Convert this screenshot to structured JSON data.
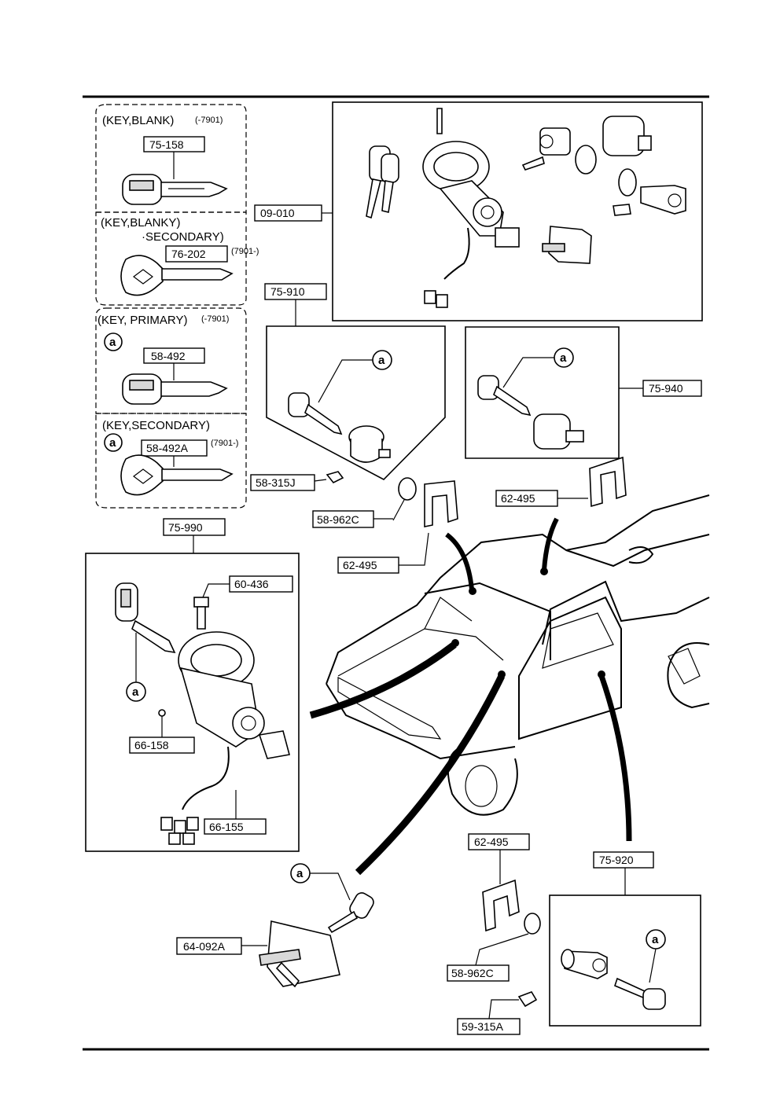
{
  "groups": {
    "key_blank": {
      "title": "(KEY,BLANK)",
      "code": "(-7901)"
    },
    "key_blanky": {
      "title": "(KEY,BLANKY)",
      "subtitle": "SECONDARY)",
      "code": "(7901-)"
    },
    "key_primary": {
      "title": "(KEY, PRIMARY)",
      "code": "(-7901)"
    },
    "key_secondary": {
      "title": "(KEY,SECONDARY)",
      "code": "(7901-)"
    }
  },
  "callout_letter": "a",
  "parts": {
    "p75_158": "75-158",
    "p76_202": "76-202",
    "p58_492": "58-492",
    "p58_492A": "58-492A",
    "p09_010": "09-010",
    "p75_910": "75-910",
    "p75_940": "75-940",
    "p58_315J": "58-315J",
    "p58_962C_top": "58-962C",
    "p62_495_right": "62-495",
    "p62_495_left": "62-495",
    "p75_990": "75-990",
    "p60_436": "60-436",
    "p66_158": "66-158",
    "p66_155": "66-155",
    "p62_495_bottom": "62-495",
    "p75_920": "75-920",
    "p64_092A": "64-092A",
    "p58_962C_bottom": "58-962C",
    "p59_315A": "59-315A"
  }
}
